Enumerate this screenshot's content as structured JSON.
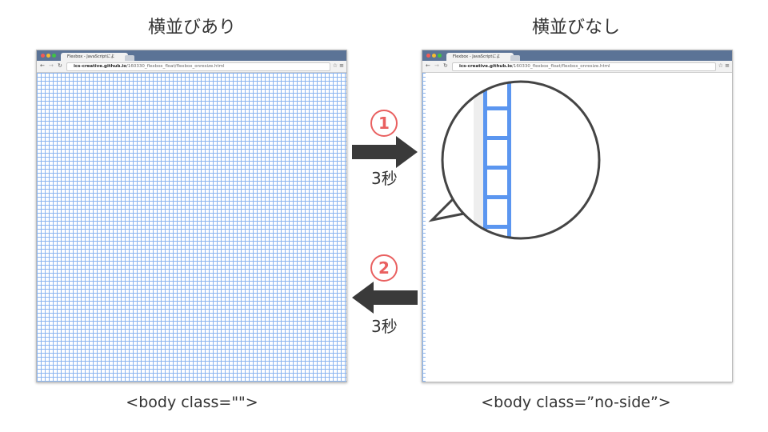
{
  "left": {
    "title": "横並びあり",
    "caption": "<body class=\"\">"
  },
  "right": {
    "title": "横並びなし",
    "caption": "<body class=”no-side”>"
  },
  "browser": {
    "tab_title": "Flexbox - JavaScriptによ",
    "url_host": "ics-creative.github.io",
    "url_path": "/160330_flexbox_float/flexbox_onresize.html"
  },
  "steps": [
    {
      "number": "1",
      "label": "3秒",
      "direction": "right"
    },
    {
      "number": "2",
      "label": "3秒",
      "direction": "left"
    }
  ],
  "colors": {
    "grid": "#8ab4f0",
    "accent": "#e96060",
    "arrow": "#3a3a3a",
    "sidebar": "#5b96f0"
  }
}
